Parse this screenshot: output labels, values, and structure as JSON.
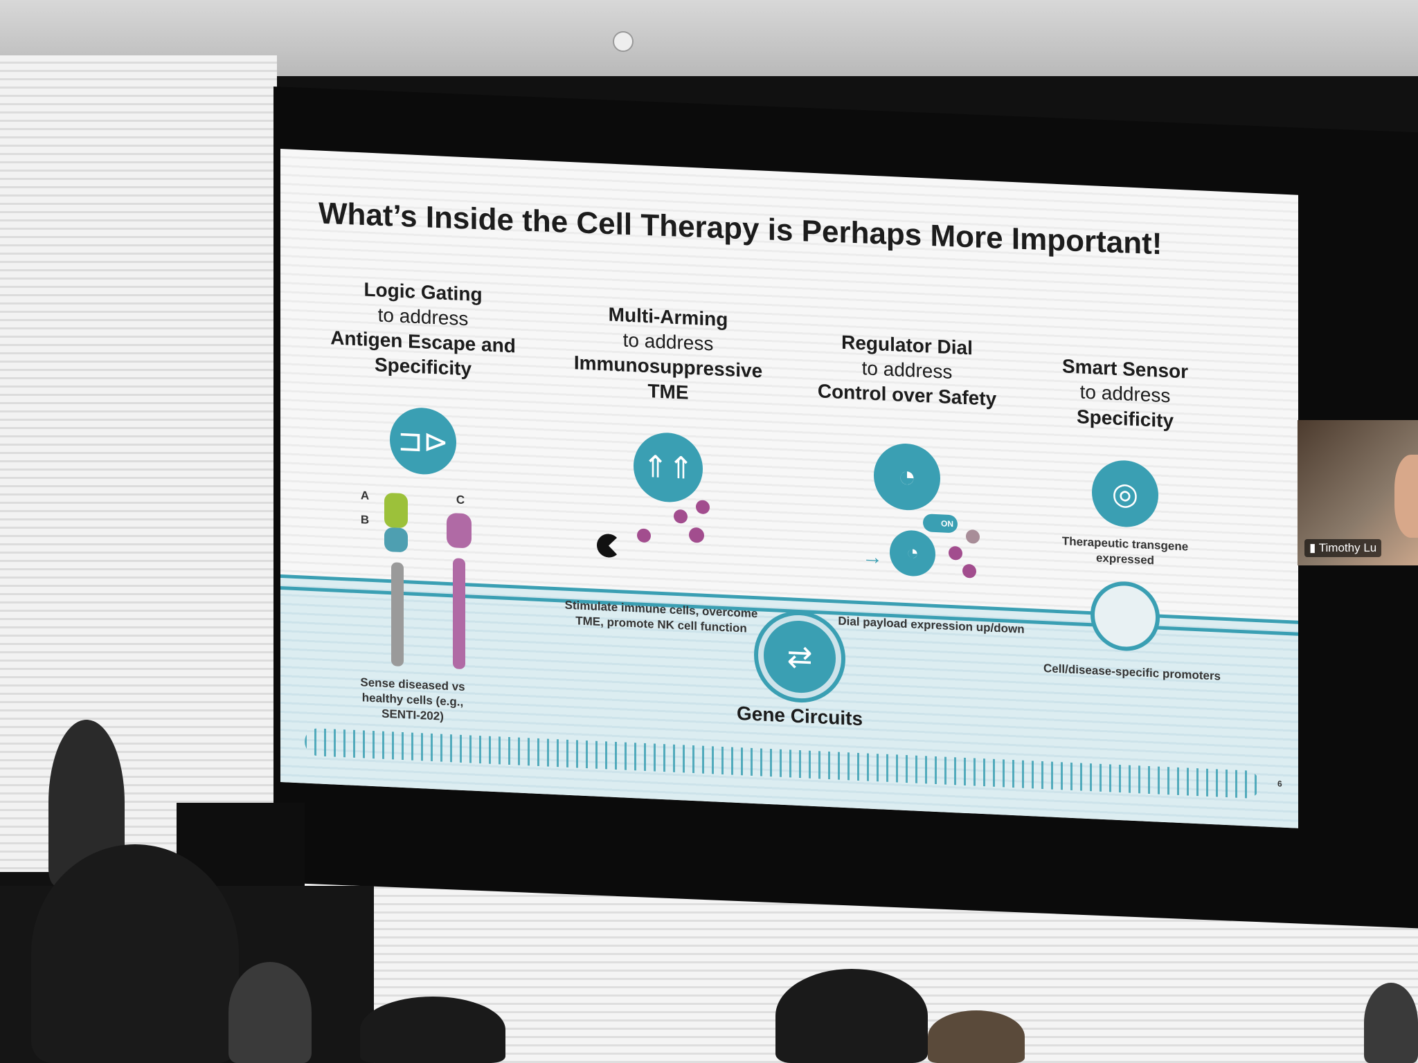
{
  "slide": {
    "title": "What’s Inside the Cell Therapy is Perhaps More Important!",
    "columns": [
      {
        "heading": "Logic Gating",
        "sub": "to address",
        "target": "Antigen Escape and Specificity",
        "icon": "logic-gate-icon",
        "caption": "Sense diseased vs healthy cells (e.g., SENTI-202)",
        "labels": [
          "A",
          "B",
          "C"
        ]
      },
      {
        "heading": "Multi-Arming",
        "sub": "to address",
        "target": "Immunosuppressive TME",
        "icon": "arrows-up-icon",
        "caption": "Stimulate immune cells, overcome TME, promote NK cell function"
      },
      {
        "heading": "Regulator Dial",
        "sub": "to address",
        "target": "Control over Safety",
        "icon": "dial-icon",
        "caption": "Dial payload expression up/down",
        "toggle": "ON"
      },
      {
        "heading": "Smart Sensor",
        "sub": "to address",
        "target": "Specificity",
        "icon": "sensor-icon",
        "caption_top": "Therapeutic transgene expressed",
        "caption": "Cell/disease-specific promoters"
      }
    ],
    "center_label": "Gene Circuits",
    "page_number": "6"
  },
  "webcam": {
    "name": "Timothy Lu"
  },
  "colors": {
    "teal": "#3a9fb3",
    "magenta": "#a24d8e",
    "lime": "#9cc13a"
  }
}
